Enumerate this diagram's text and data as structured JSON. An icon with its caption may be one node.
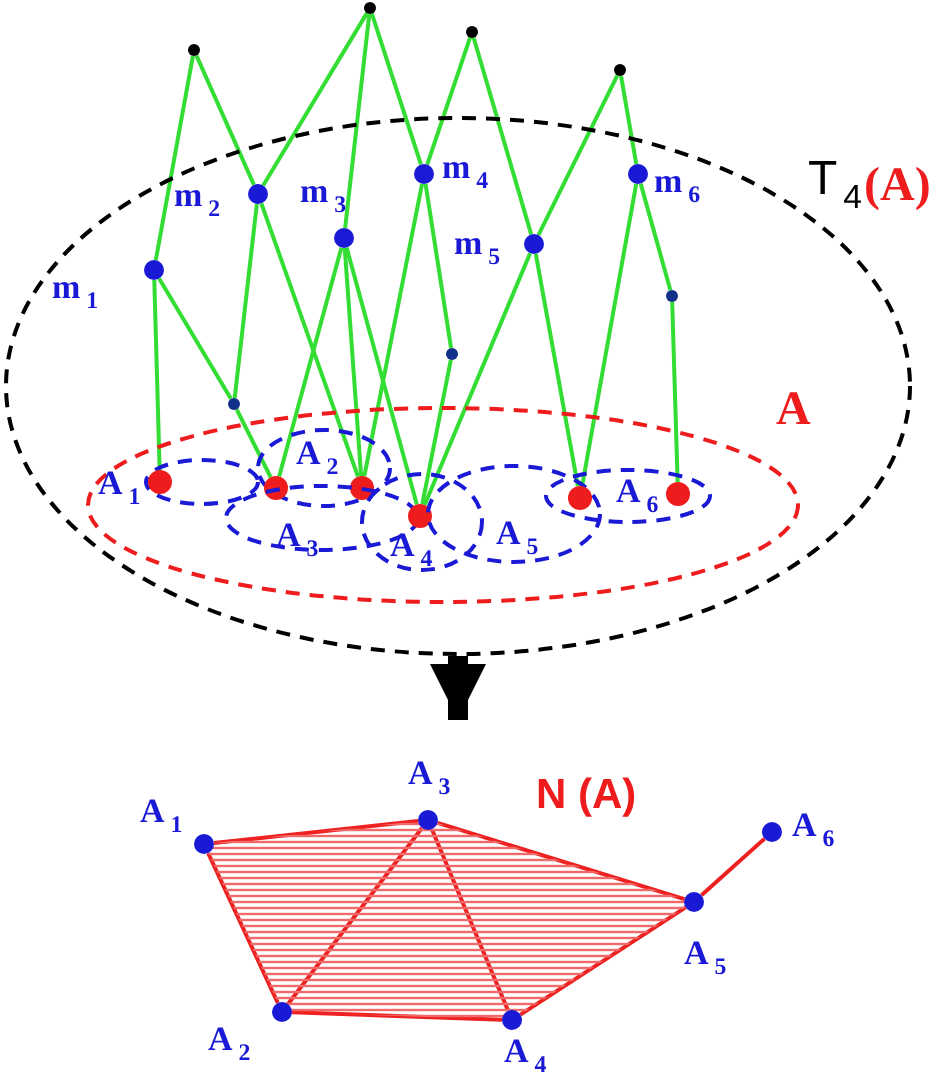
{
  "diagram": {
    "nodes": [
      {
        "text": [
          "T$_{4}$",
          "(A)"
        ]
      },
      {
        "text": [],
        "shape": "circle"
      },
      {
        "text": [],
        "shape": "circle"
      },
      {
        "text": [],
        "shape": "circle"
      },
      {
        "text": [],
        "shape": "circle"
      },
      {
        "text": [
          "m$_{1}$"
        ],
        "in": 0
      },
      {
        "text": [
          "m$_{2}$"
        ],
        "in": 0
      },
      {
        "text": [
          "m$_{3}$"
        ],
        "in": 0
      },
      {
        "text": [
          "m$_{4}$"
        ],
        "in": 0
      },
      {
        "text": [
          "m$_{5}$"
        ],
        "in": 0
      },
      {
        "text": [
          "m$_{6}$"
        ],
        "in": 0
      },
      {
        "text": [],
        "shape": "circle",
        "in": 0
      },
      {
        "text": [],
        "shape": "circle",
        "in": 0
      },
      {
        "text": [],
        "shape": "circle",
        "in": 0
      },
      {
        "text": [
          "A"
        ],
        "in": 0
      },
      {
        "text": [
          "A$_{1}$"
        ],
        "in": 14
      },
      {
        "text": [
          "A$_{2}$"
        ],
        "in": 14
      },
      {
        "text": [
          "A$_{3}$"
        ],
        "in": 14
      },
      {
        "text": [
          "A$_{4}$"
        ],
        "in": 14
      },
      {
        "text": [
          "A$_{5}$"
        ],
        "in": 14
      },
      {
        "text": [
          "A$_{6}$"
        ],
        "in": 14
      },
      {
        "text": [],
        "shape": "circle",
        "in": 15
      },
      {
        "text": [],
        "shape": "circle",
        "in": 16
      },
      {
        "text": [],
        "shape": "circle",
        "in": 16
      },
      {
        "text": [],
        "shape": "circle",
        "in": 18
      },
      {
        "text": [],
        "shape": "circle"
      },
      {
        "text": [],
        "shape": "circle",
        "in": 20
      },
      {
        "text": [],
        "shape": "polygon",
        "beside": [
          "N (A)"
        ]
      },
      {
        "text": [
          "A$_{1}$"
        ],
        "in": 27
      },
      {
        "text": [
          "A$_{2}$"
        ],
        "in": 27
      },
      {
        "text": [
          "A$_{3}$"
        ],
        "in": 27
      },
      {
        "text": [
          "A$_{4}$"
        ],
        "in": 27
      },
      {
        "text": [
          "A$_{5}$"
        ],
        "in": 27
      },
      {
        "text": [
          "A$_{6}$"
        ]
      }
    ],
    "edges": [
      {
        "from": 1,
        "to": 5,
        "arrow": "none"
      },
      {
        "from": 1,
        "to": 6,
        "arrow": "none"
      },
      {
        "from": 2,
        "to": 6,
        "arrow": "none"
      },
      {
        "from": 2,
        "to": 7,
        "arrow": "none"
      },
      {
        "from": 2,
        "to": 8,
        "arrow": "none"
      },
      {
        "from": 3,
        "to": 8,
        "arrow": "none"
      },
      {
        "from": 3,
        "to": 9,
        "arrow": "none"
      },
      {
        "from": 4,
        "to": 9,
        "arrow": "none"
      },
      {
        "from": 4,
        "to": 10,
        "arrow": "none"
      },
      {
        "from": 5,
        "to": 21,
        "arrow": "none"
      },
      {
        "from": 5,
        "to": 11,
        "arrow": "none"
      },
      {
        "from": 11,
        "to": 22,
        "arrow": "none"
      },
      {
        "from": 6,
        "to": 11,
        "arrow": "none"
      },
      {
        "from": 6,
        "to": 23,
        "arrow": "none"
      },
      {
        "from": 7,
        "to": 22,
        "arrow": "none"
      },
      {
        "from": 7,
        "to": 23,
        "arrow": "none"
      },
      {
        "from": 7,
        "to": 24,
        "arrow": "none"
      },
      {
        "from": 8,
        "to": 23,
        "arrow": "none"
      },
      {
        "from": 8,
        "to": 12,
        "arrow": "none"
      },
      {
        "from": 12,
        "to": 24,
        "arrow": "none"
      },
      {
        "from": 9,
        "to": 24,
        "arrow": "none"
      },
      {
        "from": 9,
        "to": 25,
        "arrow": "none"
      },
      {
        "from": 10,
        "to": 25,
        "arrow": "none"
      },
      {
        "from": 10,
        "to": 13,
        "arrow": "none"
      },
      {
        "from": 13,
        "to": 26,
        "arrow": "none"
      },
      {
        "from": 0,
        "to": 27,
        "arrow": "to",
        "style": "thick",
        "color": "#000000"
      },
      {
        "from": 28,
        "to": 30,
        "arrow": "none",
        "color": "#ee2020"
      },
      {
        "from": 28,
        "to": 29,
        "arrow": "none",
        "color": "#ee2020"
      },
      {
        "from": 29,
        "to": 30,
        "arrow": "none",
        "color": "#ee2020"
      },
      {
        "from": 30,
        "to": 31,
        "arrow": "none",
        "color": "#ee2020"
      },
      {
        "from": 29,
        "to": 31,
        "arrow": "none",
        "color": "#ee2020"
      },
      {
        "from": 30,
        "to": 32,
        "arrow": "none",
        "color": "#ee2020"
      },
      {
        "from": 31,
        "to": 32,
        "arrow": "none",
        "color": "#ee2020"
      },
      {
        "from": 32,
        "to": 33,
        "arrow": "none",
        "color": "#ee2020"
      }
    ]
  }
}
